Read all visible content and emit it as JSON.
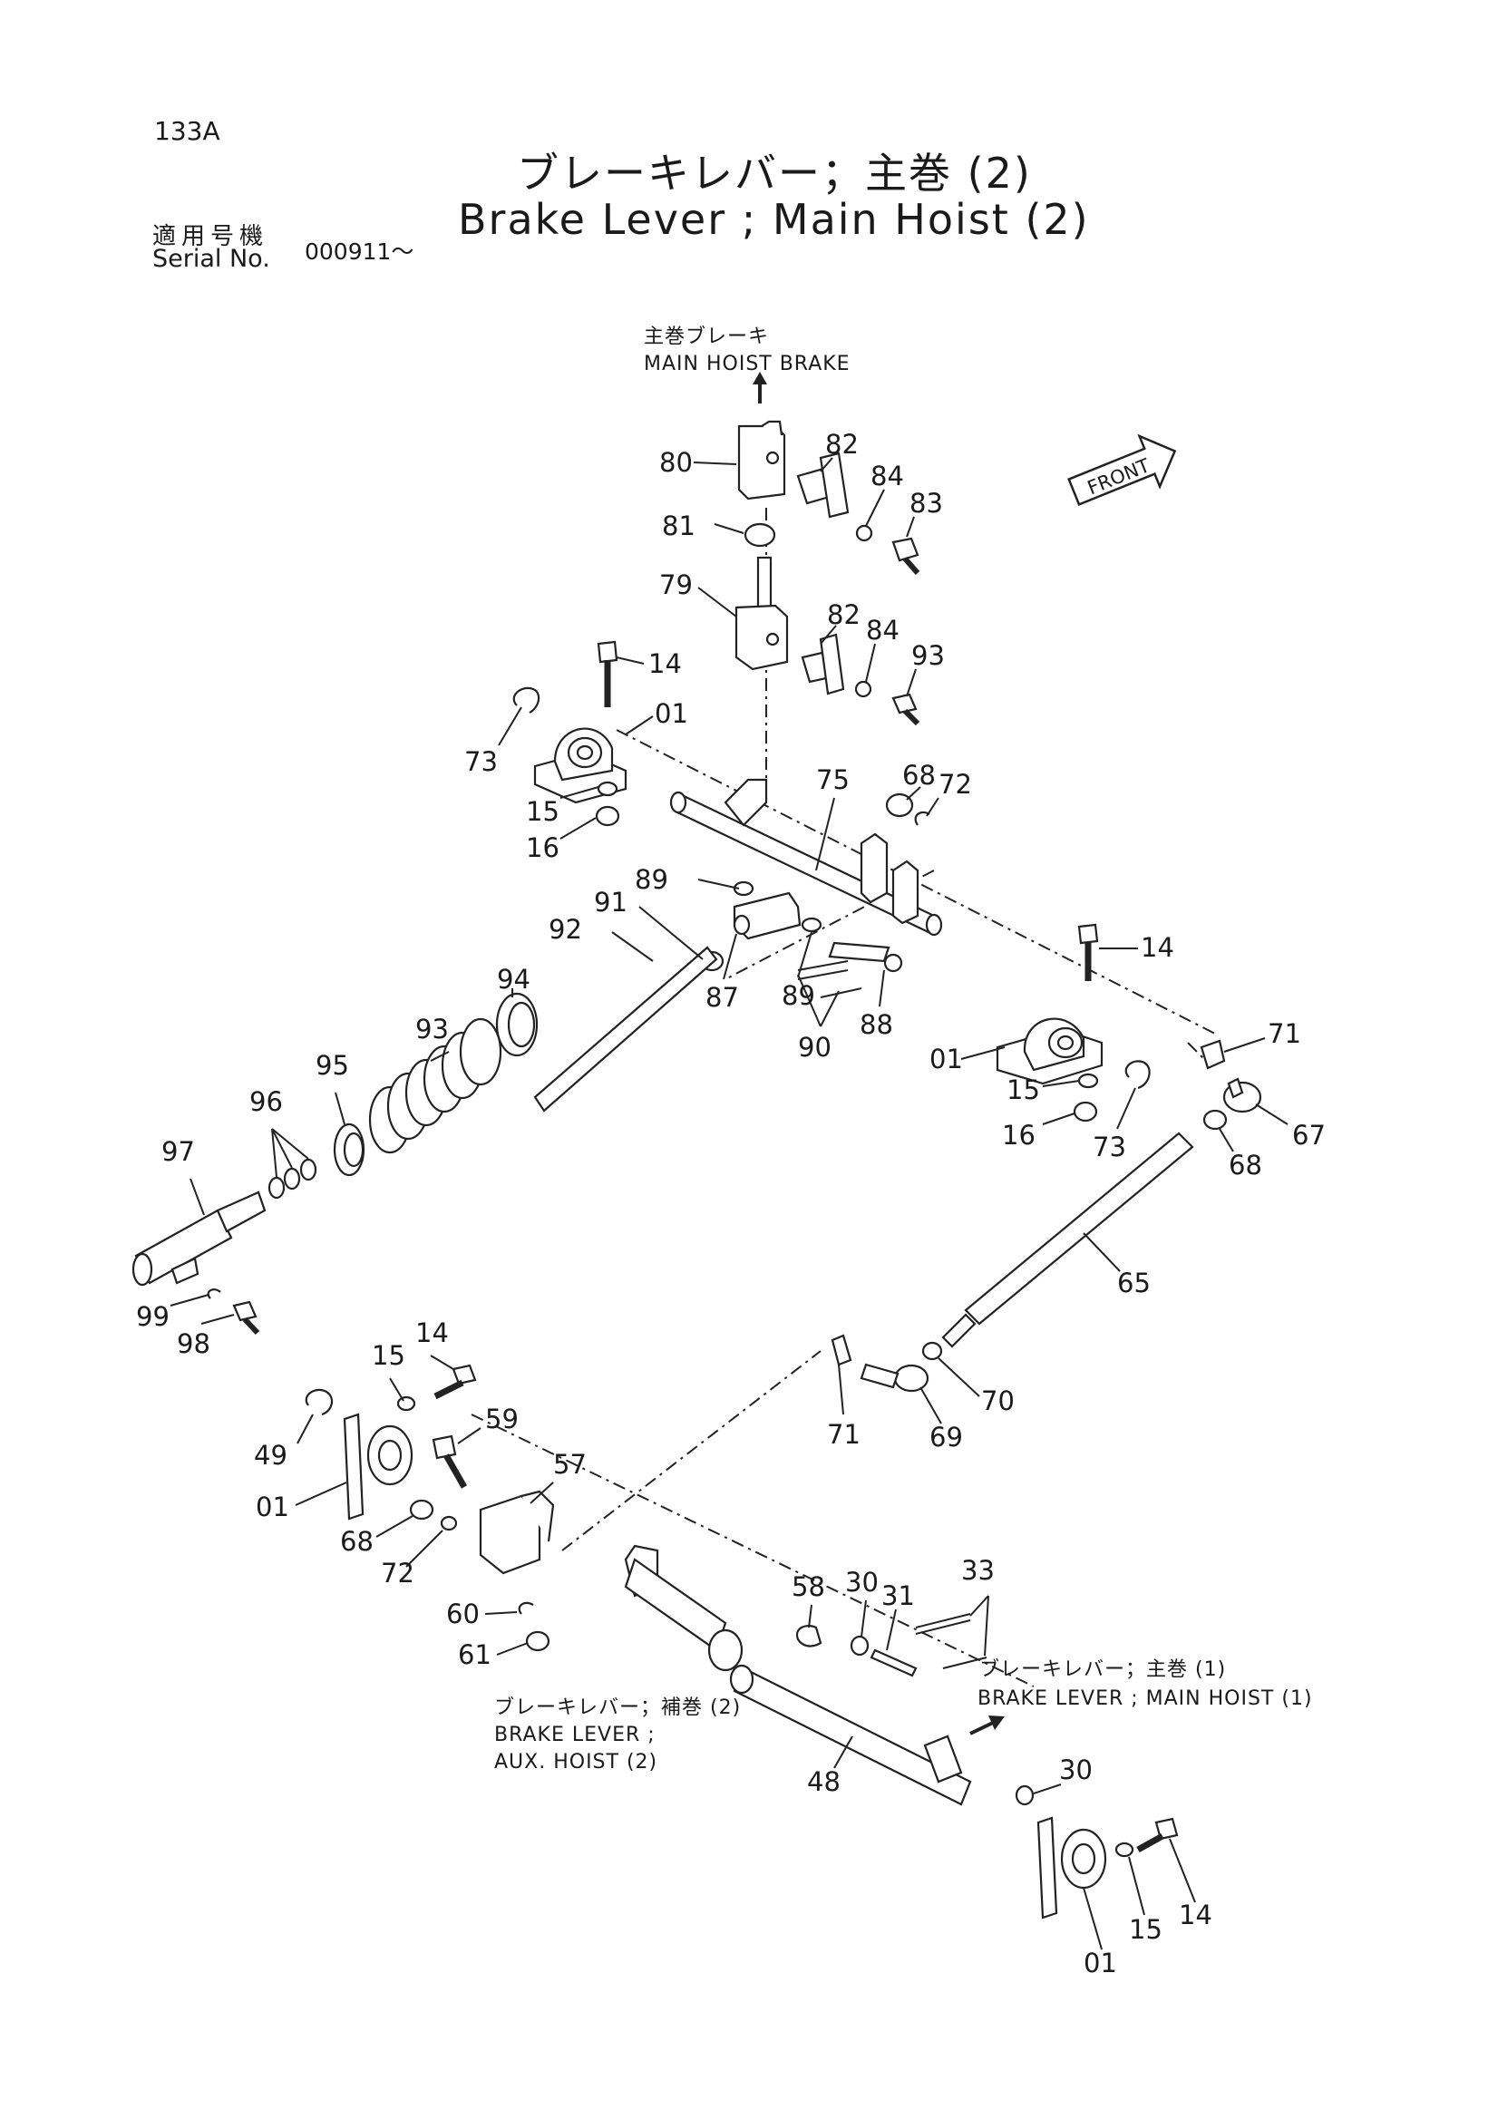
{
  "page_number": "133A",
  "title_ja": "ブレーキレバー；主巻 (2)",
  "title_en": "Brake Lever ; Main Hoist (2)",
  "serial_label_ja": "適用号機",
  "serial_label_en": "Serial No.",
  "serial_value": "000911～",
  "notes": {
    "main_hoist_brake_ja": "主巻ブレーキ",
    "main_hoist_brake_en": "MAIN HOIST BRAKE",
    "front": "FRONT",
    "aux_ja": "ブレーキレバー；補巻 (2)",
    "aux_en_1": "BRAKE LEVER ;",
    "aux_en_2": "AUX. HOIST (2)",
    "main1_ja": "ブレーキレバー；主巻 (1)",
    "main1_en": "BRAKE LEVER ; MAIN HOIST (1)"
  },
  "callouts": [
    {
      "id": "c80",
      "label": "80"
    },
    {
      "id": "c82a",
      "label": "82"
    },
    {
      "id": "c84a",
      "label": "84"
    },
    {
      "id": "c83",
      "label": "83"
    },
    {
      "id": "c81",
      "label": "81"
    },
    {
      "id": "c79",
      "label": "79"
    },
    {
      "id": "c82b",
      "label": "82"
    },
    {
      "id": "c84b",
      "label": "84"
    },
    {
      "id": "c93a",
      "label": "93"
    },
    {
      "id": "c14a",
      "label": "14"
    },
    {
      "id": "c01a",
      "label": "01"
    },
    {
      "id": "c73a",
      "label": "73"
    },
    {
      "id": "c15a",
      "label": "15"
    },
    {
      "id": "c16a",
      "label": "16"
    },
    {
      "id": "c68a",
      "label": "68"
    },
    {
      "id": "c72a",
      "label": "72"
    },
    {
      "id": "c75",
      "label": "75"
    },
    {
      "id": "c89a",
      "label": "89"
    },
    {
      "id": "c91",
      "label": "91"
    },
    {
      "id": "c92",
      "label": "92"
    },
    {
      "id": "c87",
      "label": "87"
    },
    {
      "id": "c89b",
      "label": "89"
    },
    {
      "id": "c88",
      "label": "88"
    },
    {
      "id": "c90",
      "label": "90"
    },
    {
      "id": "c14b",
      "label": "14"
    },
    {
      "id": "c94",
      "label": "94"
    },
    {
      "id": "c93b",
      "label": "93"
    },
    {
      "id": "c01b",
      "label": "01"
    },
    {
      "id": "c71a",
      "label": "71"
    },
    {
      "id": "c15b",
      "label": "15"
    },
    {
      "id": "c16b",
      "label": "16"
    },
    {
      "id": "c73b",
      "label": "73"
    },
    {
      "id": "c67",
      "label": "67"
    },
    {
      "id": "c68b",
      "label": "68"
    },
    {
      "id": "c95",
      "label": "95"
    },
    {
      "id": "c96",
      "label": "96"
    },
    {
      "id": "c97",
      "label": "97"
    },
    {
      "id": "c65",
      "label": "65"
    },
    {
      "id": "c99",
      "label": "99"
    },
    {
      "id": "c98",
      "label": "98"
    },
    {
      "id": "c15c",
      "label": "15"
    },
    {
      "id": "c14c",
      "label": "14"
    },
    {
      "id": "c70",
      "label": "70"
    },
    {
      "id": "c71b",
      "label": "71"
    },
    {
      "id": "c69",
      "label": "69"
    },
    {
      "id": "c59",
      "label": "59"
    },
    {
      "id": "c49",
      "label": "49"
    },
    {
      "id": "c57",
      "label": "57"
    },
    {
      "id": "c01c",
      "label": "01"
    },
    {
      "id": "c68c",
      "label": "68"
    },
    {
      "id": "c72b",
      "label": "72"
    },
    {
      "id": "c60",
      "label": "60"
    },
    {
      "id": "c61",
      "label": "61"
    },
    {
      "id": "c58",
      "label": "58"
    },
    {
      "id": "c30a",
      "label": "30"
    },
    {
      "id": "c31",
      "label": "31"
    },
    {
      "id": "c33",
      "label": "33"
    },
    {
      "id": "c48",
      "label": "48"
    },
    {
      "id": "c30b",
      "label": "30"
    },
    {
      "id": "c14d",
      "label": "14"
    },
    {
      "id": "c15d",
      "label": "15"
    },
    {
      "id": "c01d",
      "label": "01"
    }
  ]
}
